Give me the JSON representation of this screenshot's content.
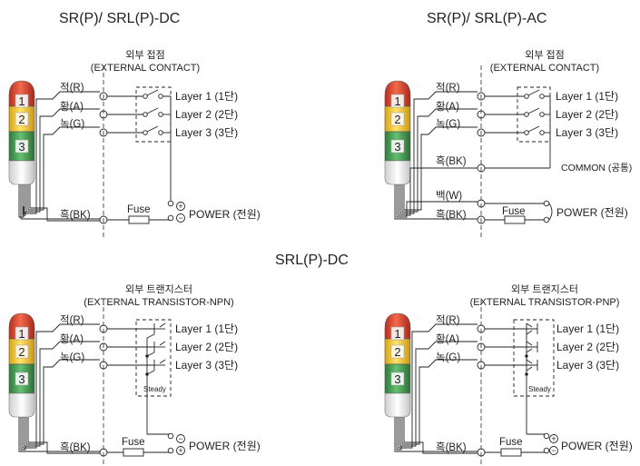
{
  "titles": {
    "top_left": "SR(P)/ SRL(P)-DC",
    "top_right": "SR(P)/ SRL(P)-AC",
    "middle": "SRL(P)-DC"
  },
  "headers": {
    "contact_ko": "외부 접점",
    "contact_en": "(EXTERNAL CONTACT)",
    "npn_ko": "외부 트랜지스터",
    "npn_en": "(EXTERNAL TRANSISTOR-NPN)",
    "pnp_ko": "외부 트랜지스터",
    "pnp_en": "(EXTERNAL TRANSISTOR-PNP)"
  },
  "tower": {
    "digits": [
      "1",
      "2",
      "3"
    ],
    "colors": {
      "red": "#d8452f",
      "yellow": "#f2c230",
      "green": "#3f9a4e",
      "base": "#eeeeee"
    }
  },
  "wires": {
    "red": "적(R)",
    "yellow": "황(A)",
    "green": "녹(G)",
    "black": "흑(BK)",
    "white": "백(W)"
  },
  "layers": [
    "Layer 1 (1단)",
    "Layer 2 (2단)",
    "Layer 3 (3단)"
  ],
  "labels": {
    "fuse": "Fuse",
    "power": "POWER (전원)",
    "common": "COMMON (공통)",
    "steady": "Steady",
    "plus": "+",
    "minus": "−"
  }
}
